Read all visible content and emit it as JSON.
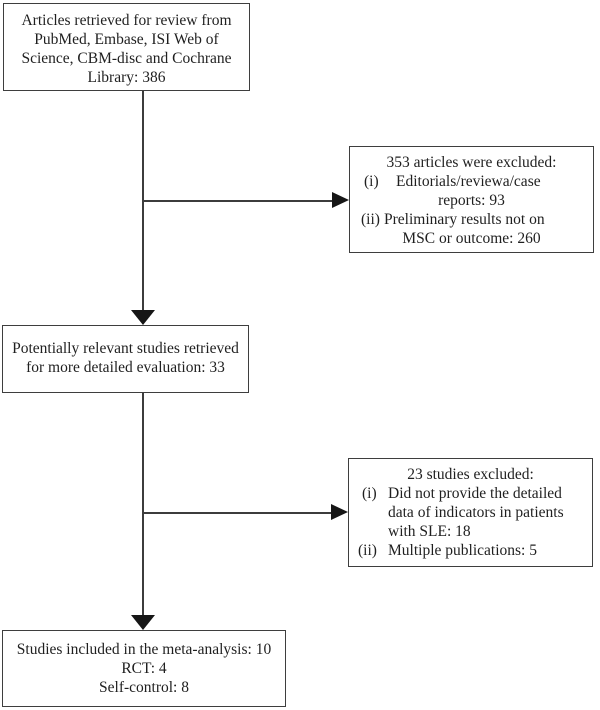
{
  "figure": {
    "type": "flowchart",
    "colors": {
      "background": "#ffffff",
      "box_border": "#3e3e3e",
      "connector_line": "#3c3c3c",
      "arrowhead": "#161616",
      "text": "#1f1f1f"
    },
    "box_retrieved": {
      "lines": [
        "Articles retrieved for review from",
        "PubMed, Embase, ISI Web of",
        "Science, CBM-disc and Cochrane",
        "Library: 386"
      ],
      "count": 386
    },
    "box_excluded_1": {
      "heading": "353 articles were excluded:",
      "count": 353,
      "items": [
        {
          "marker": "(i)",
          "line1": "Editorials/reviewa/case",
          "line2": "reports: 93",
          "count": 93
        },
        {
          "marker": "(ii)",
          "line1": "Preliminary results not on",
          "line2": "MSC or outcome: 260",
          "count": 260
        }
      ]
    },
    "box_relevant": {
      "lines": [
        "Potentially relevant studies retrieved",
        "for more detailed evaluation: 33"
      ],
      "count": 33
    },
    "box_excluded_2": {
      "heading": "23 studies excluded:",
      "count": 23,
      "items": [
        {
          "marker": "(i)",
          "line1": "Did not provide the detailed",
          "line2": "data of indicators in patients",
          "line3": "with SLE: 18",
          "count": 18
        },
        {
          "marker": "(ii)",
          "line1": "Multiple publications: 5",
          "count": 5
        }
      ]
    },
    "box_included": {
      "lines": [
        "Studies included in the meta-analysis: 10",
        "RCT: 4",
        "Self-control: 8"
      ],
      "count": 10
    }
  }
}
